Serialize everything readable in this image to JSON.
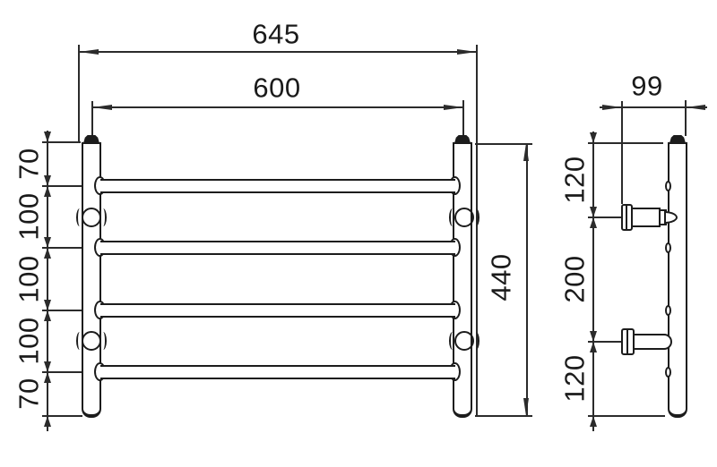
{
  "drawing": {
    "title": "heated-towel-rail-dimension-drawing",
    "front_view": {
      "overall_width_mm": "645",
      "rail_length_mm": "600",
      "overall_height_mm": "440",
      "left_spacing_chain_mm": [
        "70",
        "100",
        "100",
        "100",
        "70"
      ]
    },
    "side_view": {
      "depth_mm": "99",
      "bracket_chain_mm": [
        "120",
        "200",
        "120"
      ]
    },
    "colors": {
      "object_line": "#1c1c1c",
      "dimension_line": "#2b2b2b",
      "text": "#1a1a1a",
      "background": "#ffffff"
    }
  }
}
